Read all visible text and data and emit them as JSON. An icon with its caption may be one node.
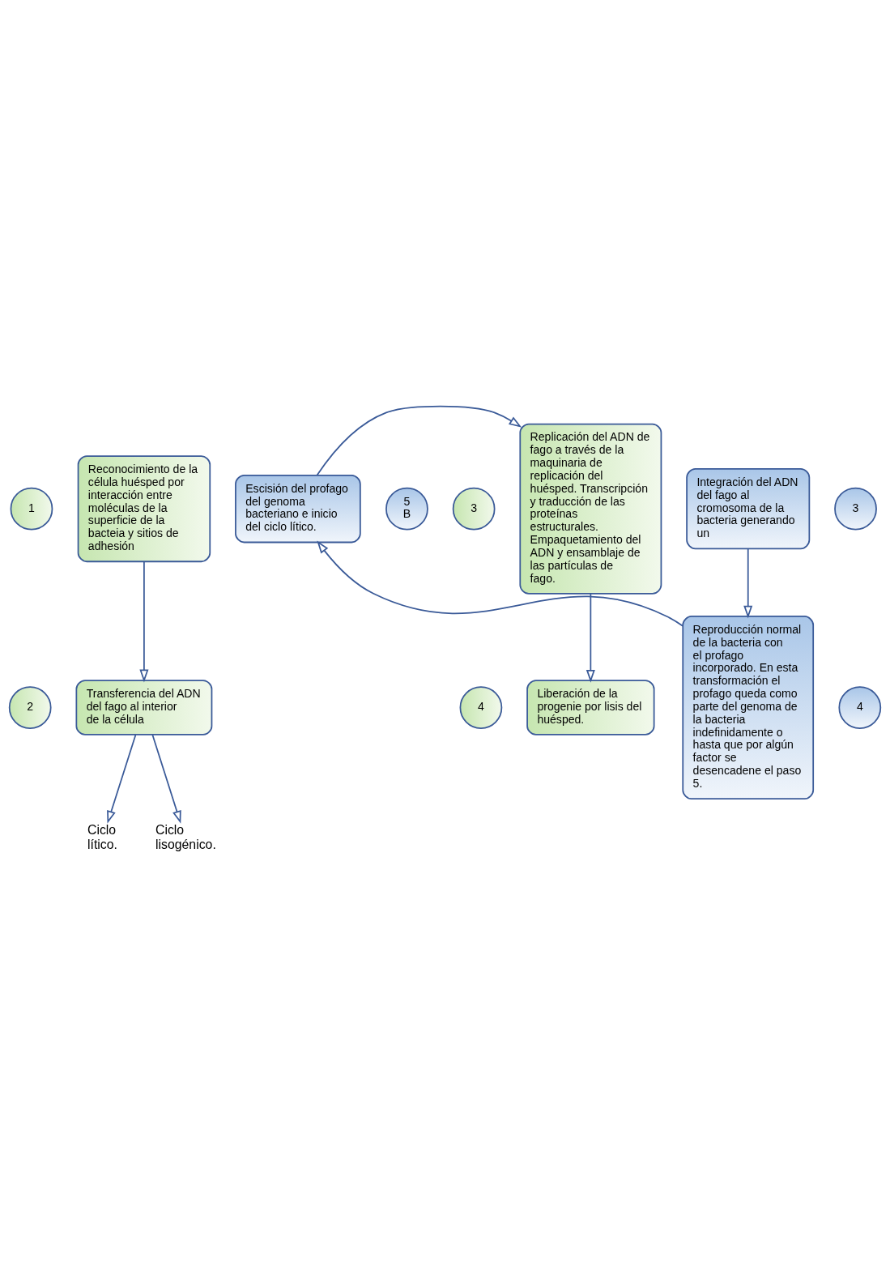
{
  "diagram": {
    "nodes": [
      {
        "text": [
          "1"
        ]
      },
      {
        "text": [
          "Reconocimiento de la célula huésped por interacción entre moléculas de la superficie de la bacteia y sitios de adhesión"
        ]
      },
      {
        "text": [
          "2"
        ]
      },
      {
        "text": [
          "Transferencia del ADN del fago al interior de la célula"
        ]
      },
      {
        "text": [
          "Ciclo lítico."
        ]
      },
      {
        "text": [
          "Ciclo lisogénico."
        ]
      },
      {
        "text": [
          "Replicación del ADN de fago a través de la maquinaria de replicación del huésped. Transcripción y traducción de las proteínas estructurales. Empaquetamiento del ADN y ensamblaje de las partículas de fago."
        ]
      },
      {
        "text": [
          "3"
        ]
      },
      {
        "text": [
          "Liberación de la progenie por lisis del huésped."
        ]
      },
      {
        "text": [
          "4"
        ]
      },
      {
        "text": [
          "Integración del ADN del fago al cromosoma de la bacteria generando un"
        ]
      },
      {
        "text": [
          "3"
        ]
      },
      {
        "text": [
          "Escisión del profago del genoma bacteriano e inicio del ciclo lítico."
        ]
      },
      {
        "text": [
          "5 B"
        ]
      },
      {
        "text": [
          "Reproducción normal de la bacteria con el profago incorporado. En esta transformación el profago queda como parte del genoma de la bacteria indefinidamente o hasta que por algún factor se desencadene el paso 5."
        ]
      },
      {
        "text": [
          "4"
        ]
      }
    ],
    "edges": [
      {
        "from": 1,
        "to": 3,
        "arrow": "to"
      },
      {
        "from": 3,
        "to": 4,
        "arrow": "to"
      },
      {
        "from": 3,
        "to": 5,
        "arrow": "to"
      },
      {
        "from": 6,
        "to": 8,
        "arrow": "to"
      },
      {
        "from": 10,
        "to": 14,
        "arrow": "to"
      },
      {
        "from": 14,
        "to": 12,
        "arrow": "to"
      },
      {
        "from": 12,
        "to": 6,
        "arrow": "to"
      }
    ]
  }
}
